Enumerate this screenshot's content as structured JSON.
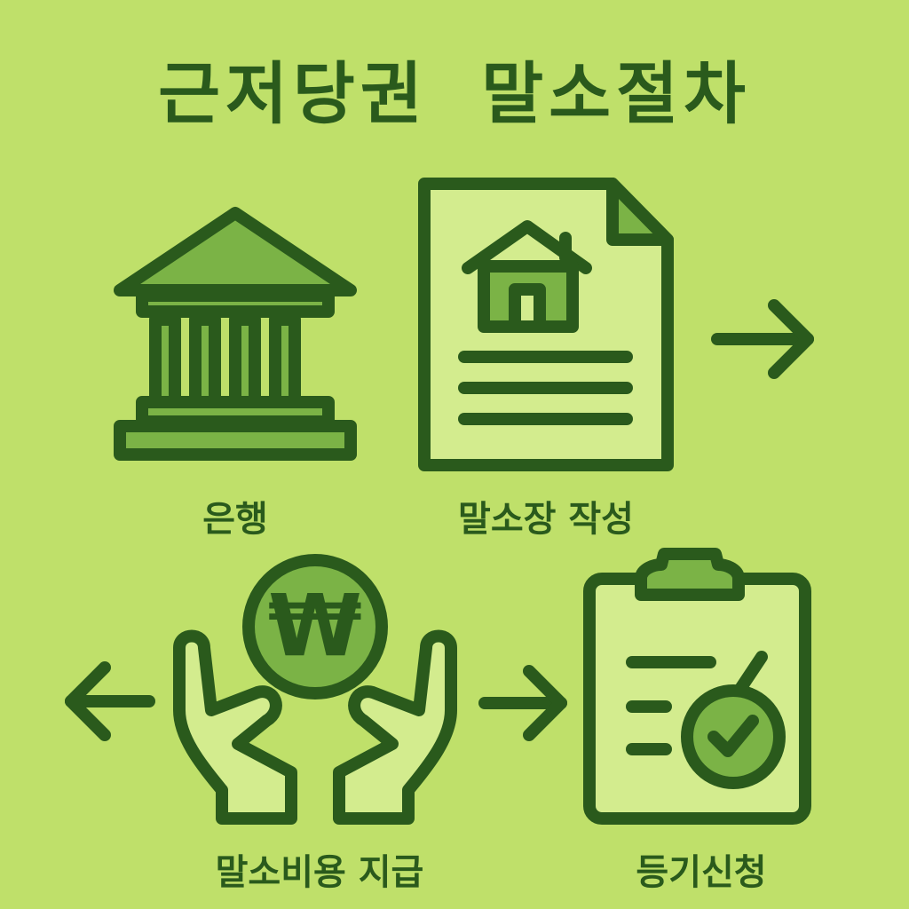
{
  "title": "근저당권 말소절차",
  "steps": [
    {
      "label": "은행",
      "icon": "bank-icon"
    },
    {
      "label": "말소장 작성",
      "icon": "house-document-icon"
    },
    {
      "label": "말소비용 지급",
      "icon": "hands-won-coin-icon"
    },
    {
      "label": "등기신청",
      "icon": "clipboard-check-icon"
    }
  ],
  "colors": {
    "background": "#bfe06a",
    "outline": "#2a5a1c",
    "fill_medium": "#7bb346",
    "fill_light": "#d3ec8e"
  },
  "coin_symbol": "₩"
}
